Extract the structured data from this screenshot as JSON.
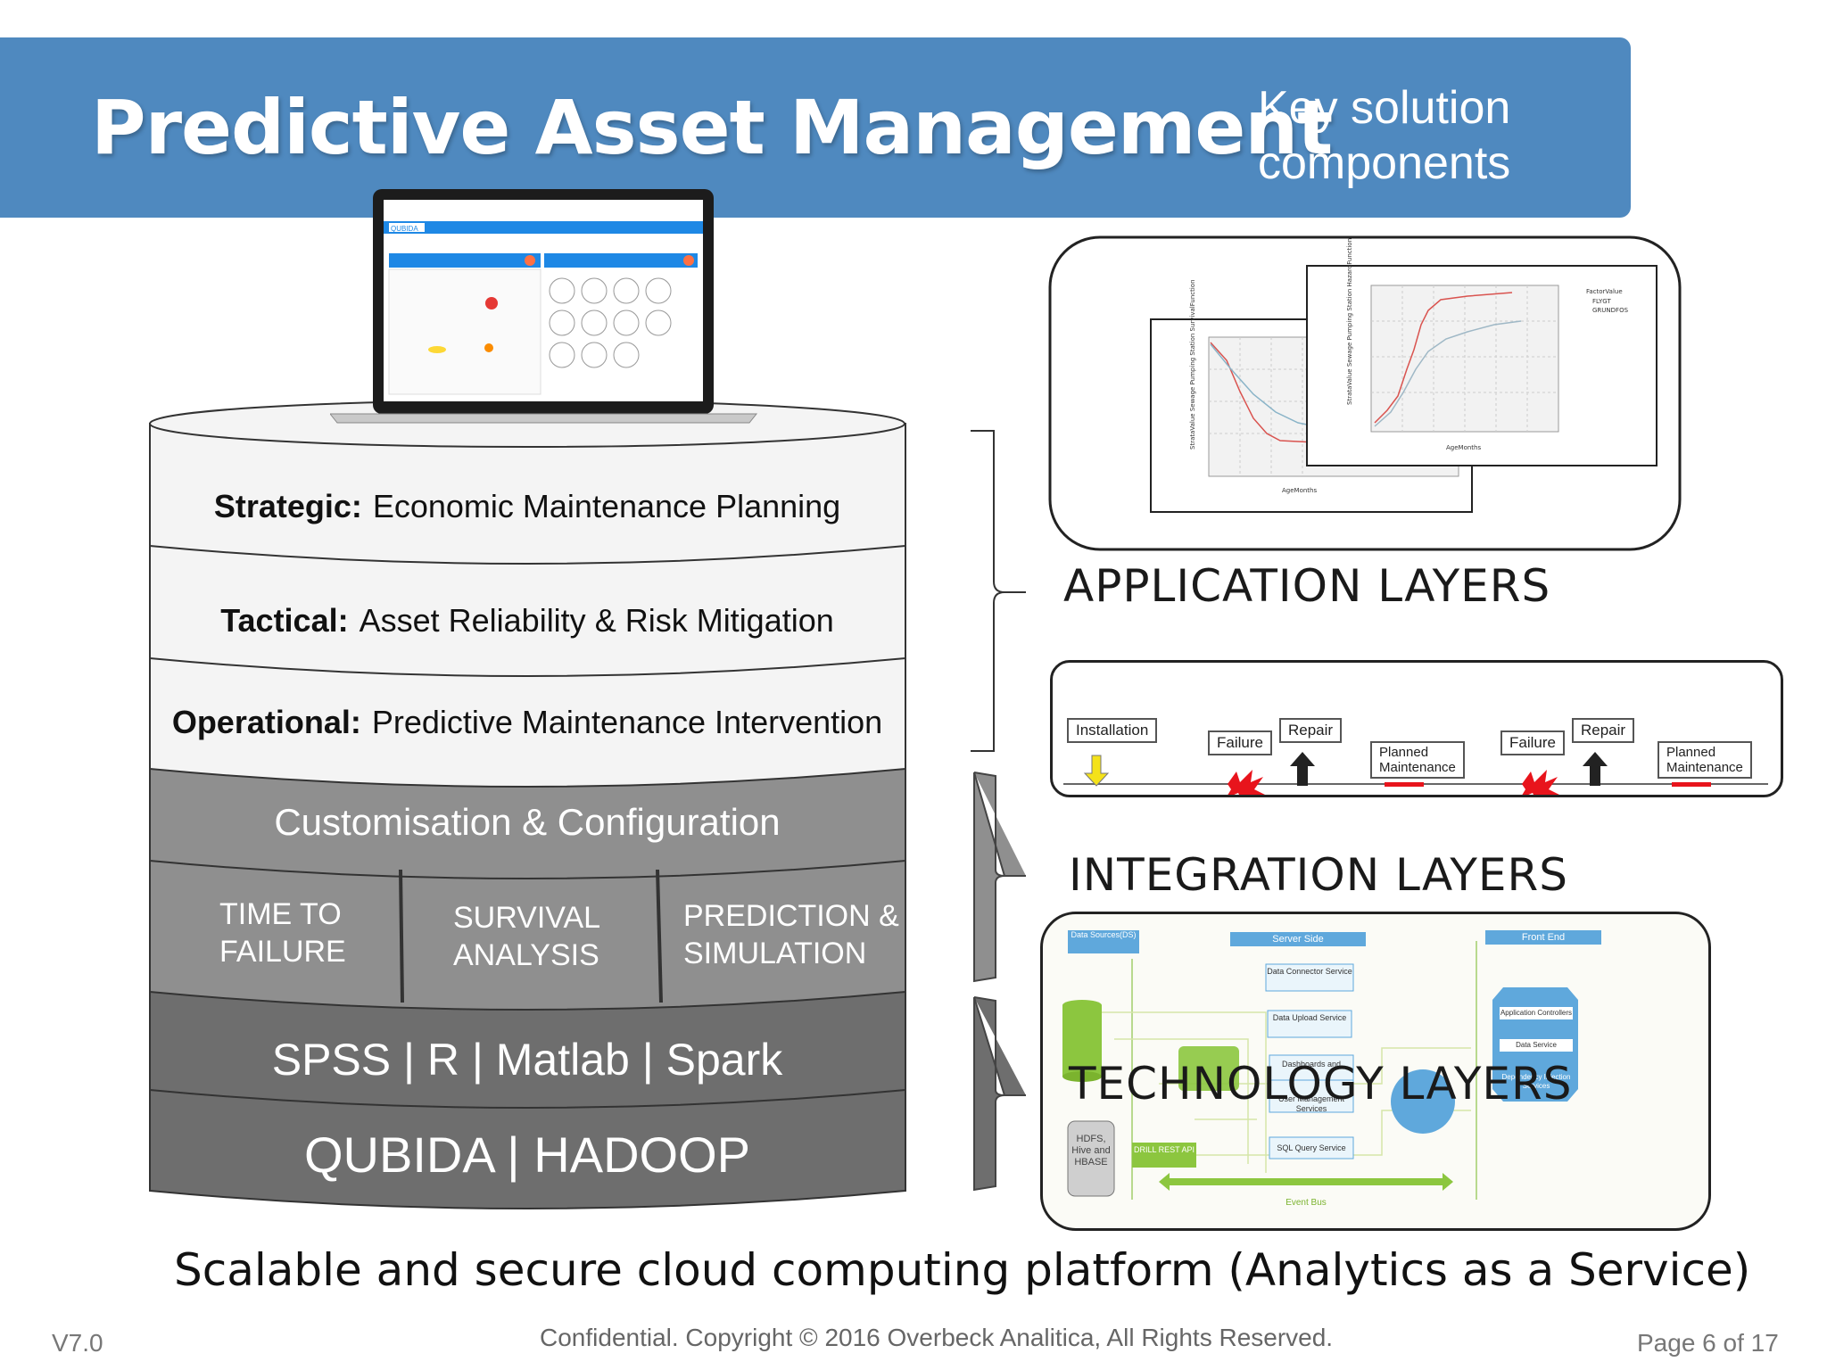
{
  "header": {
    "title": "Predictive Asset Management",
    "subtitle": "Key solution components"
  },
  "laptop": {
    "logo": "QUBIDA"
  },
  "stack": {
    "strategic_bold": "Strategic:",
    "strategic_text": "Economic Maintenance Planning",
    "tactical_bold": "Tactical:",
    "tactical_text": "Asset Reliability & Risk Mitigation",
    "operational_bold": "Operational:",
    "operational_text": "Predictive Maintenance Intervention",
    "customisation": "Customisation & Configuration",
    "col1_line1": "TIME TO",
    "col1_line2": "FAILURE",
    "col2_line1": "SURVIVAL",
    "col2_line2": "ANALYSIS",
    "col3_line1": "PREDICTION &",
    "col3_line2": "SIMULATION",
    "tools": "SPSS | R | Matlab | Spark",
    "platform": "QUBIDA | HADOOP"
  },
  "layers": {
    "application": "APPLICATION LAYERS",
    "integration": "INTEGRATION LAYERS",
    "technology": "TECHNOLOGY LAYERS"
  },
  "charts": {
    "legend_title": "FactorValue",
    "legend_1": "FLYGT",
    "legend_2": "GRUNDFOS",
    "xlabel": "AgeMonths",
    "ylabel_front": "StrataValue Sewage Pumping Station HazardFunction",
    "ylabel_back": "StrataValue Sewage Pumping Station SurvivalFunction"
  },
  "timeline": {
    "installation": "Installation",
    "failure": "Failure",
    "repair": "Repair",
    "planned_line1": "Planned",
    "planned_line2": "Maintenance"
  },
  "architecture": {
    "data_sources": "Data Sources(DS)",
    "server_side": "Server Side",
    "front_end": "Front End",
    "data_connector": "Data Connector Service",
    "data_upload": "Data Upload Service",
    "dashboards": "Dashboards and",
    "user_mgmt": "User Management Services",
    "sql_query": "SQL Query Service",
    "app_controllers": "Application Controllers",
    "data_service": "Data Service",
    "di_services": "Dependency Injection Services",
    "hdfs": "HDFS, Hive and HBASE",
    "drill": "DRILL REST API",
    "event_bus": "Event Bus"
  },
  "footer": {
    "tagline": "Scalable and secure cloud computing platform (Analytics as a Service)",
    "version": "V7.0",
    "copyright": "Confidential. Copyright © 2016 Overbeck Analitica, All Rights Reserved.",
    "page": "Page 6 of 17"
  },
  "colors": {
    "header_blue": "#4f89bf",
    "tier_white": "#f4f4f4",
    "tier_mid_grey": "#8f8f8f",
    "tier_dark_grey": "#6e6e6e",
    "failure_red": "#e8141c",
    "arrow_yellow": "#f4e21a",
    "arch_green": "#8cc63f",
    "arch_blue": "#5fa8dc"
  }
}
